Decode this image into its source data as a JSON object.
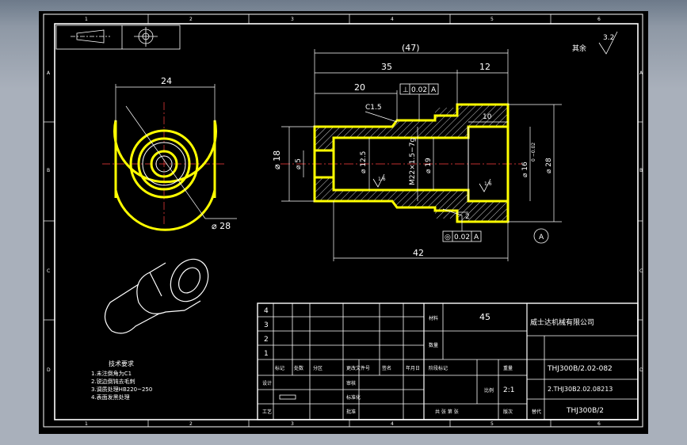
{
  "drawing": {
    "zone_columns": [
      "1",
      "2",
      "3",
      "4",
      "5",
      "6"
    ],
    "zone_rows": [
      "A",
      "B",
      "C",
      "D"
    ],
    "end_view": {
      "width_dim": "24",
      "diameter_dim": "⌀ 28"
    },
    "section_view": {
      "overall_length": "(47)",
      "len_35": "35",
      "len_12": "12",
      "len_20": "20",
      "chamfer": "C1.5",
      "len_10": "10",
      "len_2": "2",
      "len_42": "42",
      "dia_18": "⌀ 18",
      "dia_5": "⌀ 5",
      "dia_12_5": "⌀ 12.5",
      "thread": "M22×1.5−7g",
      "dia_19": "⌀ 19",
      "dia_16": "⌀ 16",
      "dia_16_tol": "0 −0.02",
      "dia_28": "⌀ 28",
      "roughness_1": "1.6",
      "roughness_2": "1.6",
      "datum_label": "A",
      "perp_tol": {
        "symbol": "⊥",
        "value": "0.02",
        "datum": "A"
      },
      "conc_tol": {
        "symbol": "◎",
        "value": "0.02",
        "datum": "A"
      }
    },
    "roughness_note": {
      "label": "其余",
      "value": "3.2"
    },
    "tech_req": {
      "title": "技术要求",
      "lines": [
        "1.未注倒角为C1",
        "2.锐边倒钝去毛刺",
        "3.调质处理HB220~250",
        "4.表面发黑处理"
      ]
    },
    "title_block": {
      "material": "45",
      "company": "威士达机械有限公司",
      "drawing_no": "THJ300B/2.02-082",
      "part_code": "2.THJ30B2.02.08213",
      "assembly": "THJ300B/2",
      "scale": "2:1",
      "rev_rows": [
        "4",
        "3",
        "2",
        "1"
      ],
      "headers": [
        "标记",
        "处数",
        "分区",
        "更改文件号",
        "签名",
        "年月日"
      ],
      "row_labels": [
        "设计",
        "审核",
        "工艺",
        "批准",
        "标准化"
      ],
      "field_labels": [
        "阶段标记",
        "重量",
        "比例",
        "共 张 第 张",
        "版次",
        "替代"
      ],
      "left_labels": [
        "材料",
        "数量"
      ]
    }
  }
}
